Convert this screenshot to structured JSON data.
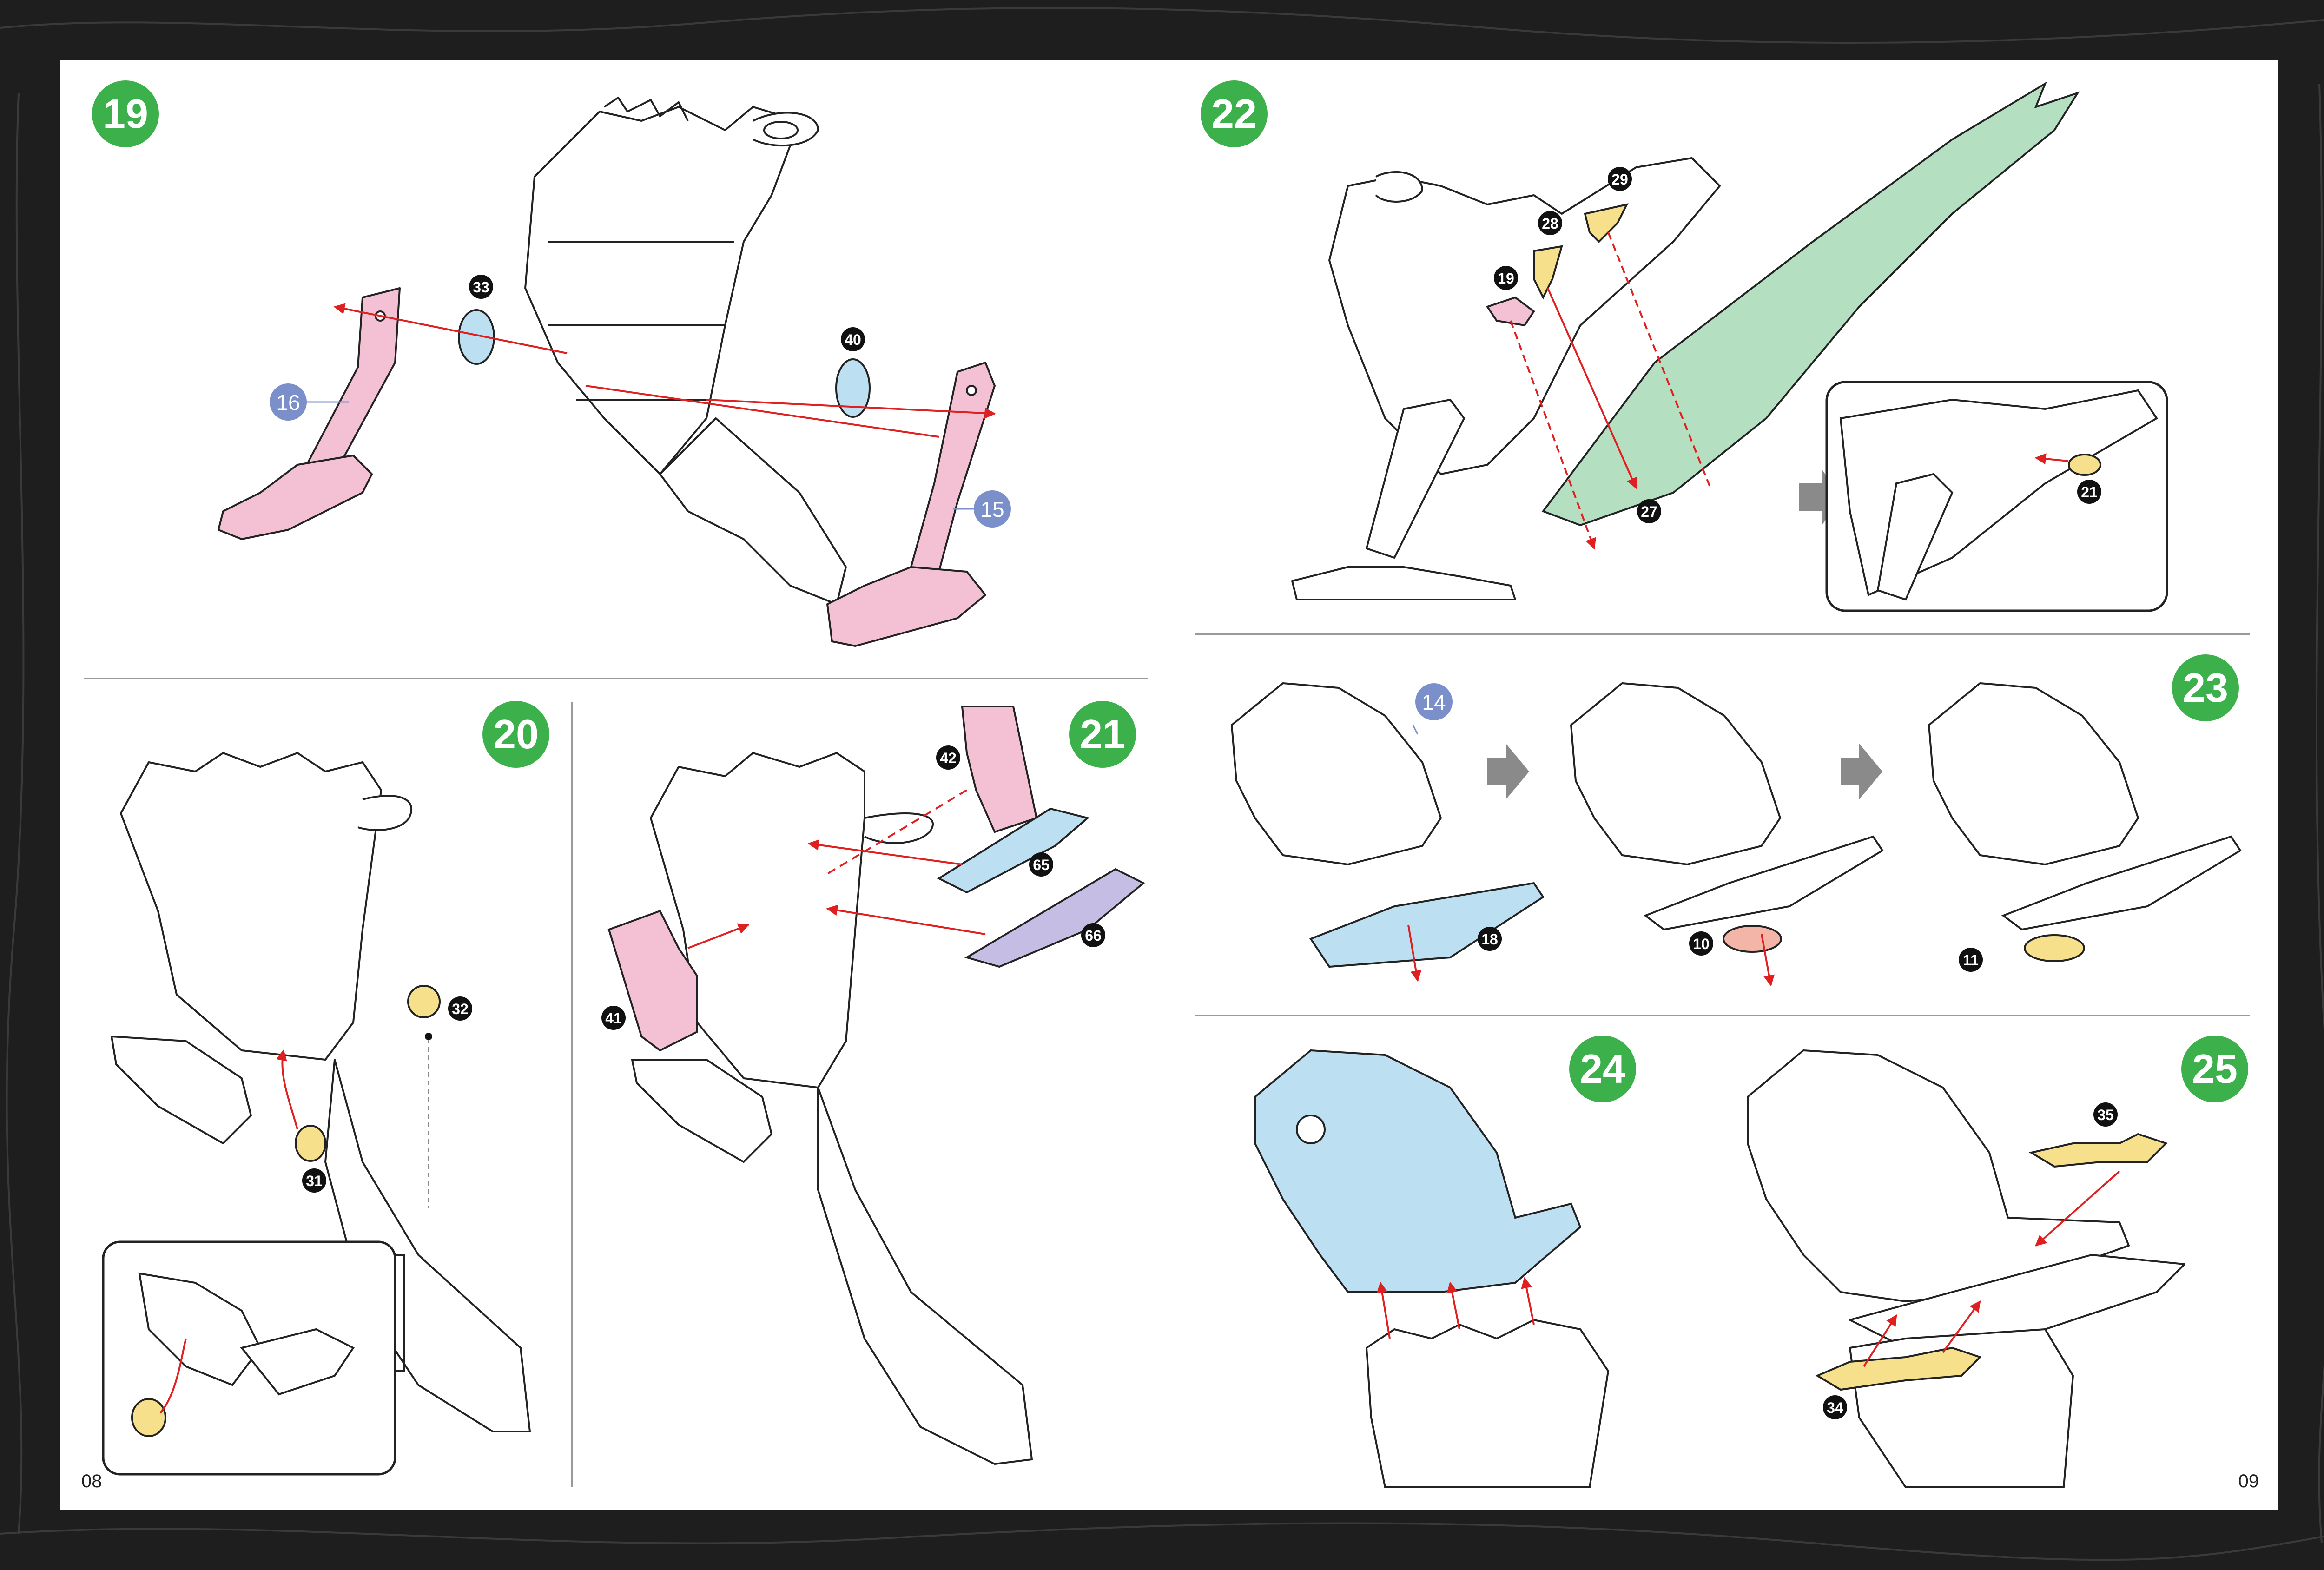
{
  "page_numbers": {
    "left": "08",
    "right": "09"
  },
  "colors": {
    "step_badge": "#3cb04a",
    "arrow": "#e02020",
    "pink": "#f4c1d4",
    "blue": "#bcdff2",
    "yellow": "#f6e08c",
    "green": "#b4dfc0",
    "purple": "#c6bde4",
    "salmon": "#f3b5a8",
    "dark_frame": "#1e1e1e",
    "part_blue_badge": "#7b8fca",
    "grey_arrow": "#8a8a8a"
  },
  "steps": [
    {
      "id": "step-19",
      "num": "19"
    },
    {
      "id": "step-20",
      "num": "20"
    },
    {
      "id": "step-21",
      "num": "21"
    },
    {
      "id": "step-22",
      "num": "22"
    },
    {
      "id": "step-23",
      "num": "23"
    },
    {
      "id": "step-24",
      "num": "24"
    },
    {
      "id": "step-25",
      "num": "25"
    }
  ],
  "parts": {
    "p16": "16",
    "p15": "15",
    "p33": "33",
    "p40": "40",
    "p32": "32",
    "p31": "31",
    "p42": "42",
    "p65": "65",
    "p66": "66",
    "p41": "41",
    "p29": "29",
    "p28": "28",
    "p19": "19",
    "p27": "27",
    "p21": "21",
    "p14": "14",
    "p18": "18",
    "p10": "10",
    "p11": "11",
    "p35": "35",
    "p34": "34"
  }
}
